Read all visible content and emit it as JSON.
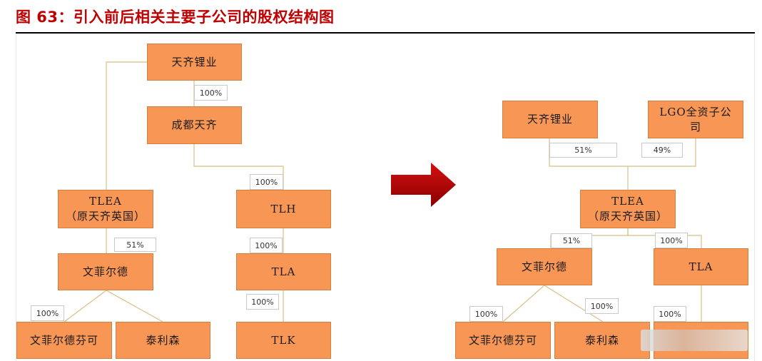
{
  "title": "图 63：引入前后相关主要子公司的股权结构图",
  "before": {
    "tianqi": "天齐锂业",
    "chengdu": "成都天齐",
    "tlea_1": "TLEA",
    "tlea_2": "（原天齐英国）",
    "tlh": "TLH",
    "wenfeierde": "文菲尔德",
    "tla": "TLA",
    "wenfeierde_fenke": "文菲尔德芬可",
    "tailisen": "泰利森",
    "tlk": "TLK",
    "pct_tianqi_chengdu": "100%",
    "pct_chengdu_tlh": "100%",
    "pct_tlea_wenfeierde": "51%",
    "pct_tlh_tla": "100%",
    "pct_tla_tlk": "100%",
    "pct_wenfeierde_fenke": "100%"
  },
  "after": {
    "tianqi": "天齐锂业",
    "lgo_1": "LGO全资子公",
    "lgo_2": "司",
    "tlea_1": "TLEA",
    "tlea_2": "（原天齐英国）",
    "wenfeierde": "文菲尔德",
    "tla": "TLA",
    "wenfeierde_fenke": "文菲尔德芬可",
    "tailisen": "泰利森",
    "pct_tianqi_tlea": "51%",
    "pct_lgo_tlea": "49%",
    "pct_tlea_wenfeierde": "51%",
    "pct_tlea_tla": "100%",
    "pct_wenfeierde_fenke": "100%",
    "pct_wenfeierde_tailisen": "100%",
    "pct_tla_tailisen": "100%"
  },
  "colors": {
    "box_fill": "#f79655",
    "connector": "#d8bf86",
    "arrow": "#c00000",
    "title": "#c00000"
  }
}
